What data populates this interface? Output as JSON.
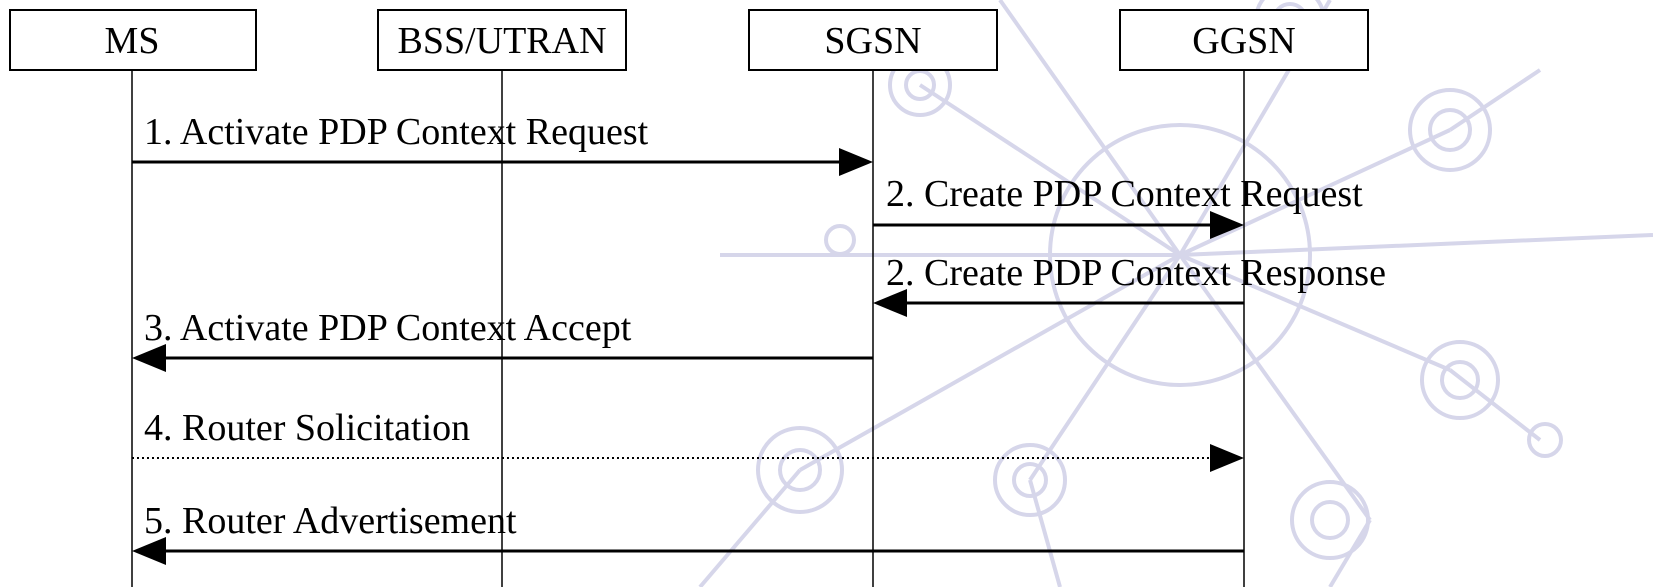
{
  "entities": [
    {
      "id": "ms",
      "label": "MS"
    },
    {
      "id": "bss",
      "label": "BSS/UTRAN"
    },
    {
      "id": "sgsn",
      "label": "SGSN"
    },
    {
      "id": "ggsn",
      "label": "GGSN"
    }
  ],
  "messages": [
    {
      "label": "1. Activate PDP Context Request",
      "from": "ms",
      "to": "sgsn",
      "style": "solid"
    },
    {
      "label": "2. Create PDP Context Request",
      "from": "sgsn",
      "to": "ggsn",
      "style": "solid"
    },
    {
      "label": "2. Create PDP Context Response",
      "from": "ggsn",
      "to": "sgsn",
      "style": "solid"
    },
    {
      "label": "3. Activate PDP Context Accept",
      "from": "sgsn",
      "to": "ms",
      "style": "solid"
    },
    {
      "label": "4. Router Solicitation",
      "from": "ms",
      "to": "ggsn",
      "style": "dotted"
    },
    {
      "label": "5. Router Advertisement",
      "from": "ggsn",
      "to": "ms",
      "style": "solid"
    }
  ],
  "colors": {
    "line": "#000000",
    "watermark": "#d6d6ea"
  }
}
